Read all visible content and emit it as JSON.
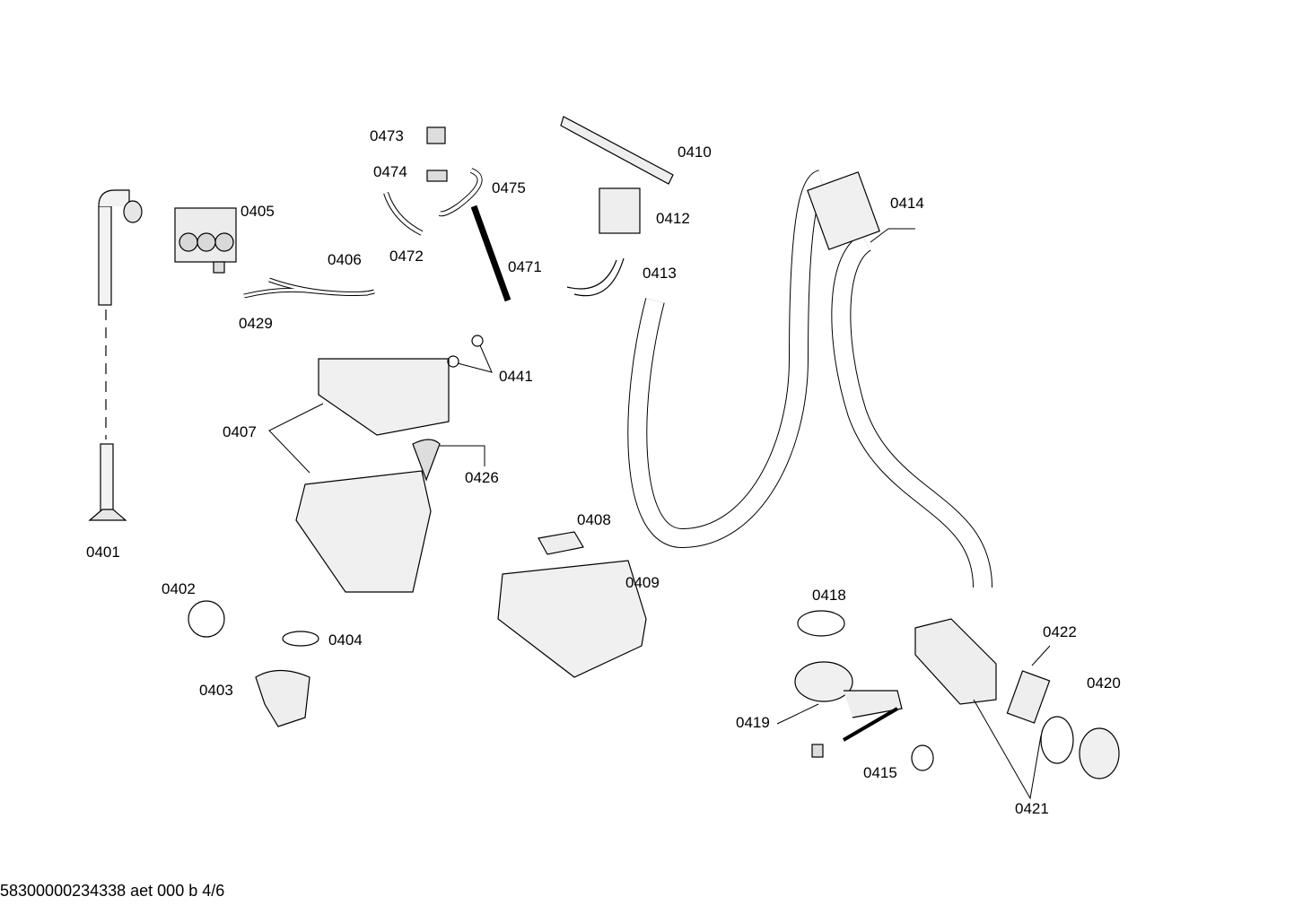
{
  "diagram": {
    "part_labels": {
      "p0401": "0401",
      "p0402": "0402",
      "p0403": "0403",
      "p0404": "0404",
      "p0405": "0405",
      "p0406": "0406",
      "p0407": "0407",
      "p0408": "0408",
      "p0409": "0409",
      "p0410": "0410",
      "p0412": "0412",
      "p0413": "0413",
      "p0414": "0414",
      "p0415": "0415",
      "p0418": "0418",
      "p0419": "0419",
      "p0420": "0420",
      "p0421": "0421",
      "p0422": "0422",
      "p0426": "0426",
      "p0429": "0429",
      "p0441": "0441",
      "p0471": "0471",
      "p0472": "0472",
      "p0473": "0473",
      "p0474": "0474",
      "p0475": "0475"
    },
    "footer": "58300000234338 aet 000 b 4/6"
  }
}
